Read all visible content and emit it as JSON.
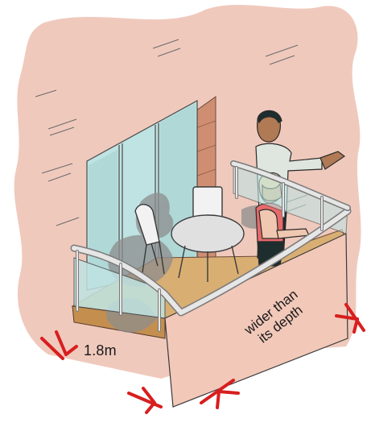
{
  "labels": {
    "width_value": "1.8m",
    "wider_line1": "wider than",
    "wider_line2": "its depth"
  },
  "colors": {
    "wall": "#f0c9bd",
    "wall_shadow": "#e4ada0",
    "glass": "#bfe3e2",
    "glass_dark": "#a9d4d3",
    "floor": "#d9ae73",
    "floor_edge": "#c48f4e",
    "balcony_front": "#f2c8b9",
    "balcony_side": "#e9b7a6",
    "rail": "#e6e6e6",
    "rail_stroke": "#7a7a7a",
    "brick": "#cf8e72",
    "arrow": "#d81e1e",
    "shadow": "#8d8d8d",
    "ink": "#2a2a2a"
  }
}
